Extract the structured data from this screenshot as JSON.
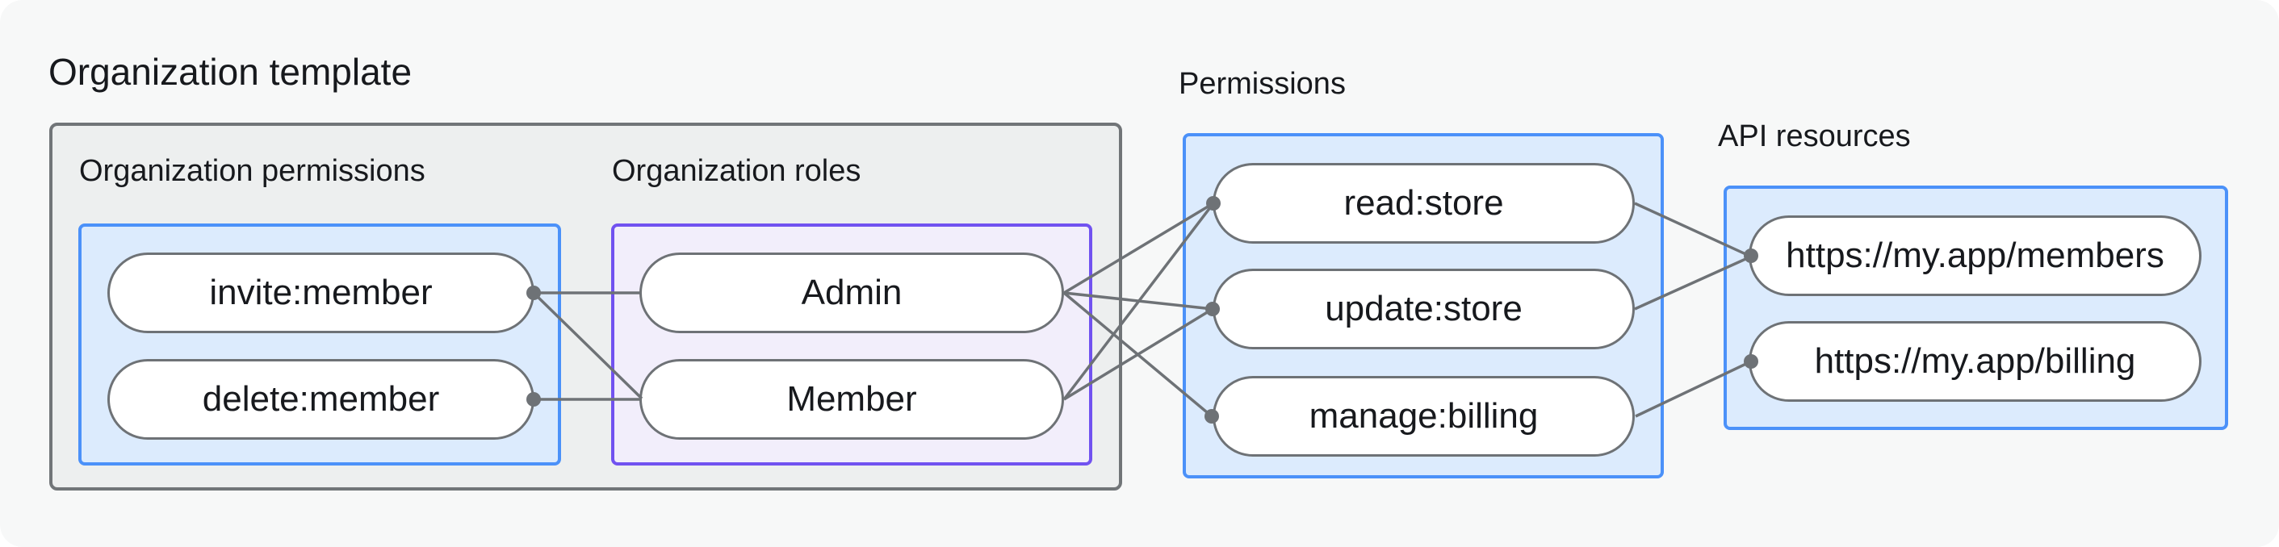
{
  "title": "Organization template",
  "groups": {
    "org_permissions": {
      "heading": "Organization permissions",
      "items": [
        "invite:member",
        "delete:member"
      ]
    },
    "org_roles": {
      "heading": "Organization roles",
      "items": [
        "Admin",
        "Member"
      ]
    },
    "permissions": {
      "heading": "Permissions",
      "items": [
        "read:store",
        "update:store",
        "manage:billing"
      ]
    },
    "api_resources": {
      "heading": "API resources",
      "items": [
        "https://my.app/members",
        "https://my.app/billing"
      ]
    }
  },
  "edges": [
    {
      "from": "invite:member",
      "to": "Admin"
    },
    {
      "from": "invite:member",
      "to": "Member"
    },
    {
      "from": "delete:member",
      "to": "Member"
    },
    {
      "from": "Admin",
      "to": "read:store"
    },
    {
      "from": "Admin",
      "to": "update:store"
    },
    {
      "from": "Admin",
      "to": "manage:billing"
    },
    {
      "from": "Member",
      "to": "read:store"
    },
    {
      "from": "Member",
      "to": "update:store"
    },
    {
      "from": "read:store",
      "to": "https://my.app/members"
    },
    {
      "from": "update:store",
      "to": "https://my.app/members"
    },
    {
      "from": "manage:billing",
      "to": "https://my.app/billing"
    }
  ],
  "colors": {
    "page-bg": "#f7f8f8",
    "text": "#17191d",
    "gray-fill": "#edefef",
    "gray-border": "#717578",
    "blue-fill": "#dcebfd",
    "blue-border": "#4b91f9",
    "purple-fill": "#f2eefb",
    "purple-border": "#7152f0",
    "line": "#6e7276"
  }
}
